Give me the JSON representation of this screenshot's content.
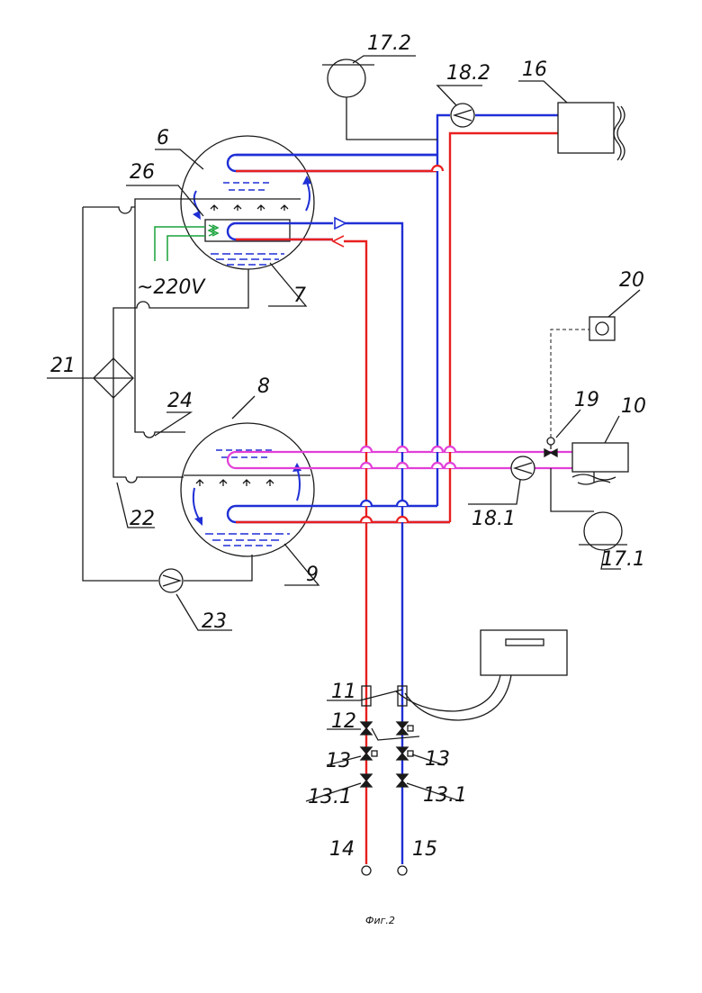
{
  "caption": "Фиг.2",
  "voltage_label": "~220V",
  "labels": {
    "l6": "6",
    "l7": "7",
    "l8": "8",
    "l9": "9",
    "l10": "10",
    "l11": "11",
    "l12": "12",
    "l13a": "13",
    "l13b": "13",
    "l13_1a": "13.1",
    "l13_1b": "13.1",
    "l14": "14",
    "l15": "15",
    "l16": "16",
    "l17_1": "17.1",
    "l17_2": "17.2",
    "l18_1": "18.1",
    "l18_2": "18.2",
    "l19": "19",
    "l20": "20",
    "l21": "21",
    "l22": "22",
    "l23": "23",
    "l24": "24",
    "l26": "26"
  },
  "colors": {
    "hot_line": "#e8201f",
    "cold_line": "#1f2fd6",
    "refrigerant_line": "#e23fd8",
    "heater_wire": "#18a23a",
    "outline": "#1a1a1a"
  }
}
